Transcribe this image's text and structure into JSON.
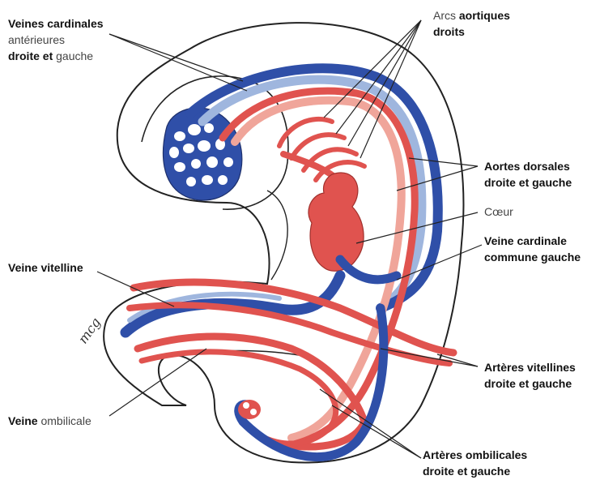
{
  "colors": {
    "artery": "#e0534f",
    "artery_light": "#f0a59a",
    "vein": "#2f4fa8",
    "vein_light": "#9fb6de",
    "outline": "#222222",
    "background": "#ffffff"
  },
  "labels": {
    "anterior_cardinal": {
      "bold1": "Veines cardinales",
      "light": "antérieures",
      "bold2": "droite et",
      "light2": "gauche"
    },
    "aortic_arches": {
      "light": "Arcs",
      "bold": "aortiques",
      "bold2": "droits"
    },
    "dorsal_aortas": {
      "line1": "Aortes dorsales",
      "line2": "droite et gauche"
    },
    "heart": {
      "text": "Cœur"
    },
    "common_cardinal": {
      "line1": "Veine cardinale",
      "line2": "commune gauche"
    },
    "vitelline_vein": {
      "text": "Veine vitelline"
    },
    "vitelline_arteries": {
      "line1": "Artères vitellines",
      "line2": "droite et gauche"
    },
    "umbilical_vein": {
      "bold": "Veine",
      "light": "ombilicale"
    },
    "umbilical_arteries": {
      "line1": "Artères ombilicales",
      "line2": "droite et gauche"
    }
  },
  "signature": "mcg"
}
